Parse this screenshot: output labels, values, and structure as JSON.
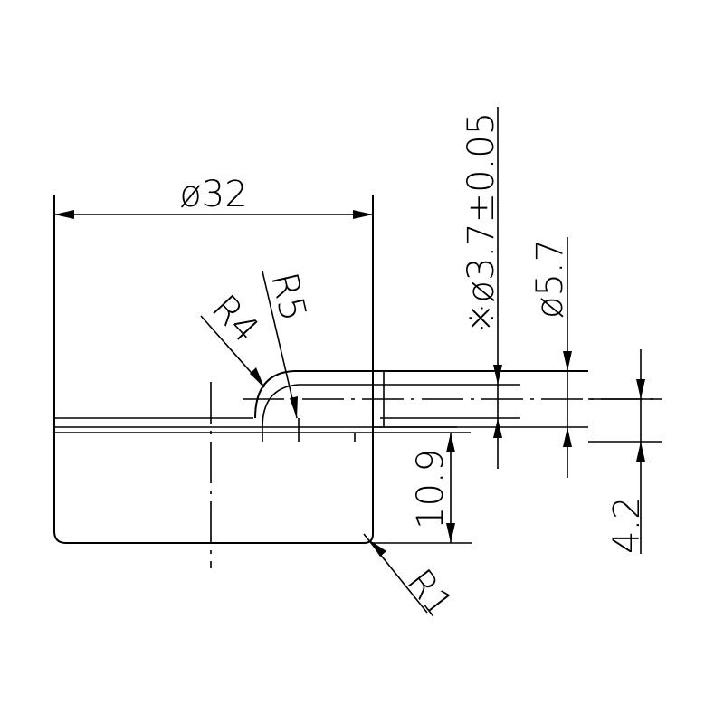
{
  "drawing": {
    "dimensions": {
      "overall_diameter": "ø32",
      "inner_radius": "R5",
      "outer_radius": "R4",
      "corner_radius": "R1",
      "bore_diameter": "※ø3.7±0.05",
      "counterbore_diameter": "ø5.7",
      "height": "10.9",
      "depth": "4.2"
    }
  }
}
